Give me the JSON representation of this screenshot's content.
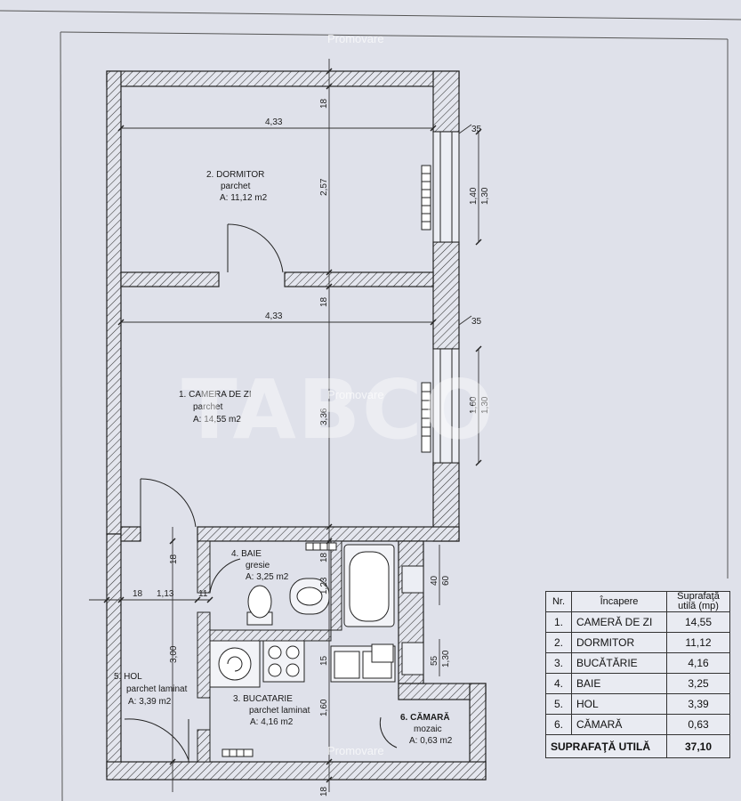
{
  "watermarks": {
    "brand": "TABCO",
    "promo": "Promovare"
  },
  "rooms": {
    "dormitor": {
      "name": "2. DORMITOR",
      "floor": "parchet",
      "area": "A: 11,12 m2"
    },
    "camera": {
      "name": "1. CAMERA DE ZI",
      "floor": "parchet",
      "area": "A: 14,55 m2"
    },
    "baie": {
      "name": "4. BAIE",
      "floor": "gresie",
      "area": "A: 3,25 m2"
    },
    "hol": {
      "name": "5. HOL",
      "floor": "parchet laminat",
      "area": "A: 3,39 m2"
    },
    "bucatarie": {
      "name": "3. BUCATARIE",
      "floor": "parchet laminat",
      "area": "A: 4,16 m2"
    },
    "camara": {
      "name": "6. CĂMARĂ",
      "floor": "mozaic",
      "area": "A: 0,63 m2"
    }
  },
  "dimensions": {
    "width_top": "4,33",
    "width_mid": "4,33",
    "wall_top": "18",
    "h_dormitor": "2,57",
    "wall_mid": "18",
    "h_camera": "3,36",
    "wall_baie": "18",
    "h_hol": "3,00",
    "h_baie": "1,23",
    "h_bucatarie": "1,60",
    "wall_bottom": "18",
    "hol_wall_left": "18",
    "hol_width": "1,13",
    "hol_wall_right": "11",
    "hol_door_wall": "18",
    "win1_outer": "1,40",
    "win1_inner": "1,30",
    "win1_side": "35",
    "win2_outer": "1,60",
    "win2_inner": "1,30",
    "win2_side": "35",
    "win3_outer": "60",
    "win3_inner": "40",
    "win4_outer": "1,30",
    "win4_inner": "55",
    "gap_15": "15"
  },
  "legend": {
    "headers": {
      "nr": "Nr.",
      "room": "Încapere",
      "area": "Suprafaţă utilă (mp)"
    },
    "rows": [
      {
        "nr": "1.",
        "name": "CAMERĂ DE ZI",
        "area": "14,55"
      },
      {
        "nr": "2.",
        "name": "DORMITOR",
        "area": "11,12"
      },
      {
        "nr": "3.",
        "name": "BUCĂTĂRIE",
        "area": "4,16"
      },
      {
        "nr": "4.",
        "name": "BAIE",
        "area": "3,25"
      },
      {
        "nr": "5.",
        "name": "HOL",
        "area": "3,39"
      },
      {
        "nr": "6.",
        "name": "CĂMARĂ",
        "area": "0,63"
      }
    ],
    "total_label": "SUPRAFAŢĂ UTILĂ",
    "total_value": "37,10"
  }
}
